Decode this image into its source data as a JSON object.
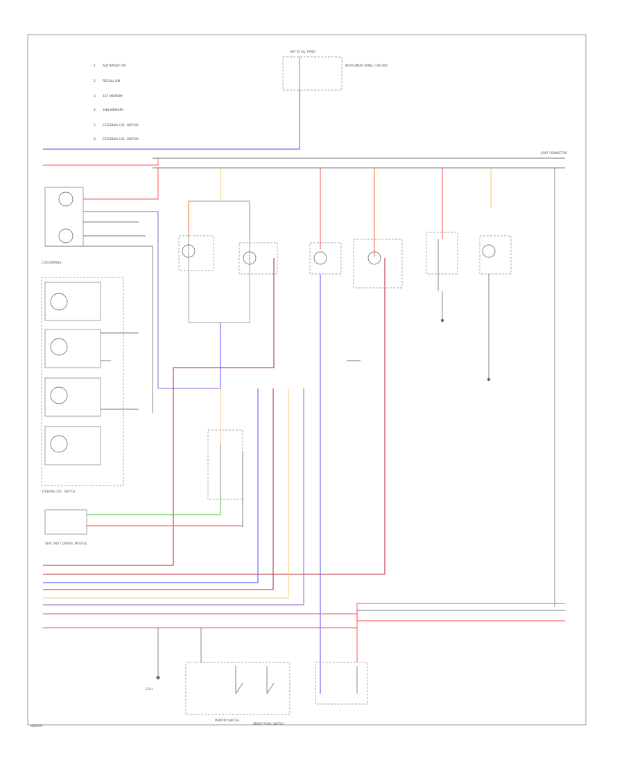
{
  "legend": {
    "items": [
      {
        "num": "1",
        "text": "AUTOPOSIT ON"
      },
      {
        "num": "2",
        "text": "RECALL ON"
      },
      {
        "num": "3",
        "text": "1ST MEMORY"
      },
      {
        "num": "4",
        "text": "2ND MEMORY"
      },
      {
        "num": "5",
        "text": "STEERING COL. MOTOR"
      },
      {
        "num": "6",
        "text": "STEERING COL. MOTOR"
      }
    ]
  },
  "labels": {
    "top_fuse": "HOT AT ALL TIMES",
    "top_fuse_side": "INSTRUMENT PANEL FUSE BOX",
    "joint_connector": "JOINT CONNECTOR",
    "clock_spring": "CLOCKSPRING",
    "steering_col_switch": "STEERING COL. SWITCH",
    "seat_unit": "SEAT UNIT CONTROL MODULE",
    "memory_switch": "MEMORY SWITCH",
    "brake_switch": "BRAKE PEDAL SWITCH",
    "ground": "G201",
    "page_id": "MEMORY"
  },
  "wire_colors": {
    "blue": "#6b6bff",
    "red": "#ff6f6f",
    "dark_red": "#c0505a",
    "orange": "#f39a6a",
    "purple": "#a47dd6",
    "green": "#66d066",
    "yellow": "#f6d28c"
  }
}
